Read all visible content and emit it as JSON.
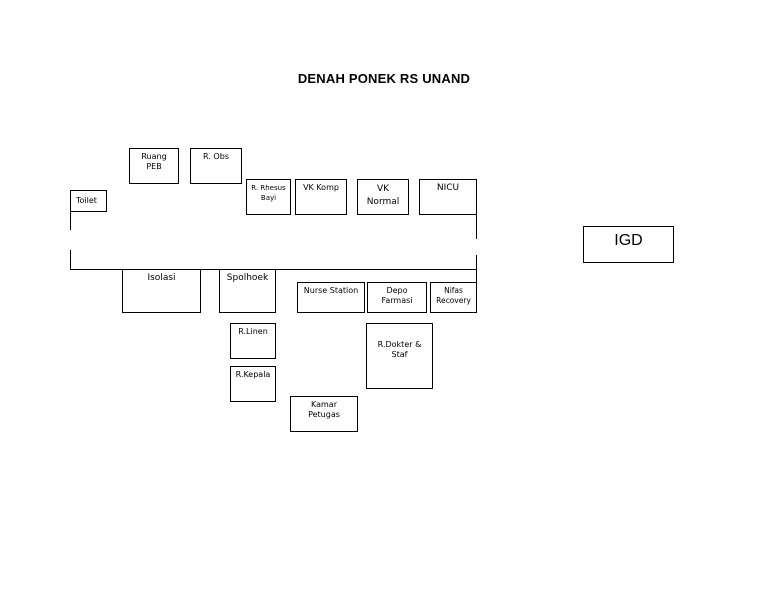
{
  "title": "DENAH PONEK RS UNAND",
  "rooms": {
    "ruang_peb": "Ruang\nPEB",
    "r_obs": "R. Obs",
    "toilet": "Toilet",
    "r_rhesus_bayi": "R. Rhesus\nBayi",
    "vk_komp": "VK Komp",
    "vk_normal": "VK\nNormal",
    "nicu": "NICU",
    "igd": "IGD",
    "isolasi": "Isolasi",
    "spolhoek": "Spolhoek",
    "nurse_station": "Nurse Station",
    "depo_farmasi": "Depo\nFarmasi",
    "nifas_recovery": "Nifas\nRecovery",
    "r_linen": "R.Linen",
    "r_kepala": "R.Kepala",
    "r_dokter_staf": "R.Dokter &\nStaf",
    "kamar_petugas": "Kamar\nPetugas"
  }
}
